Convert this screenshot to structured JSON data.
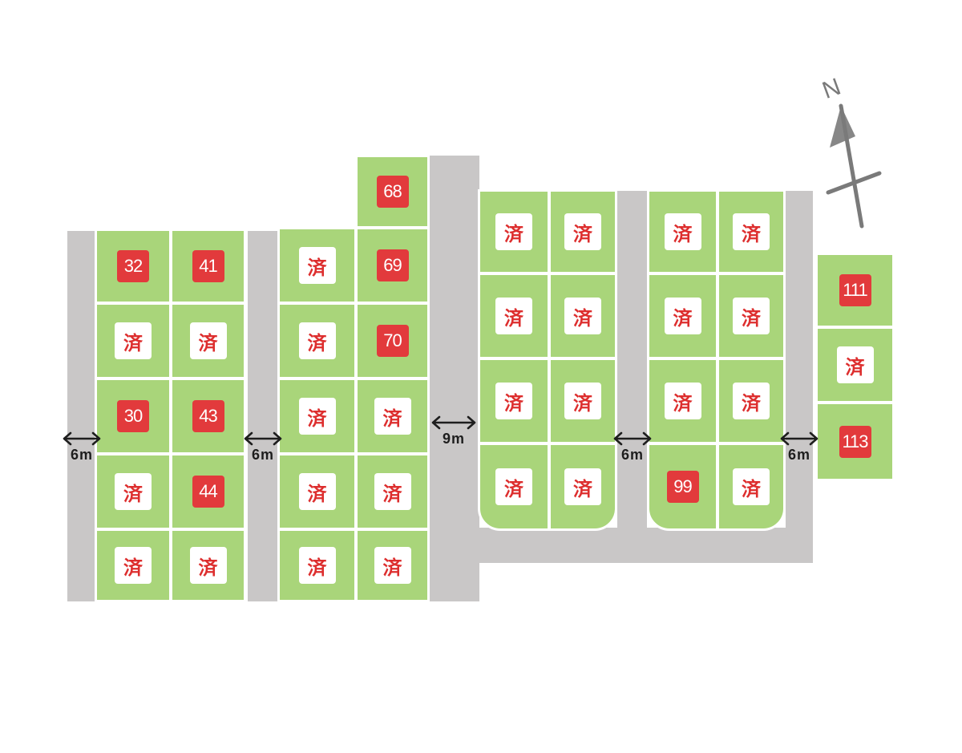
{
  "map": {
    "sold_mark": "済",
    "colors": {
      "lot": "#a9d57a",
      "road": "#c9c7c7",
      "available_badge": "#e23a3c",
      "sold_text": "#dd2e2e"
    },
    "compass": {
      "label": "N",
      "icon": "north-arrow-icon"
    },
    "road_widths": [
      "6m",
      "6m",
      "9m",
      "6m",
      "6m"
    ],
    "lots": [
      {
        "status": "available",
        "label": "32"
      },
      {
        "status": "available",
        "label": "41"
      },
      {
        "status": "sold"
      },
      {
        "status": "sold"
      },
      {
        "status": "available",
        "label": "30"
      },
      {
        "status": "available",
        "label": "43"
      },
      {
        "status": "sold"
      },
      {
        "status": "available",
        "label": "44"
      },
      {
        "status": "sold"
      },
      {
        "status": "sold"
      },
      {
        "status": "available",
        "label": "68"
      },
      {
        "status": "sold"
      },
      {
        "status": "available",
        "label": "69"
      },
      {
        "status": "sold"
      },
      {
        "status": "available",
        "label": "70"
      },
      {
        "status": "sold"
      },
      {
        "status": "sold"
      },
      {
        "status": "sold"
      },
      {
        "status": "sold"
      },
      {
        "status": "sold"
      },
      {
        "status": "sold"
      },
      {
        "status": "sold"
      },
      {
        "status": "sold"
      },
      {
        "status": "sold"
      },
      {
        "status": "sold"
      },
      {
        "status": "sold"
      },
      {
        "status": "sold"
      },
      {
        "status": "sold"
      },
      {
        "status": "sold"
      },
      {
        "status": "sold"
      },
      {
        "status": "sold"
      },
      {
        "status": "sold"
      },
      {
        "status": "sold"
      },
      {
        "status": "sold"
      },
      {
        "status": "sold"
      },
      {
        "status": "available",
        "label": "99"
      },
      {
        "status": "sold"
      },
      {
        "status": "available",
        "label": "111"
      },
      {
        "status": "sold"
      },
      {
        "status": "available",
        "label": "113"
      }
    ]
  }
}
